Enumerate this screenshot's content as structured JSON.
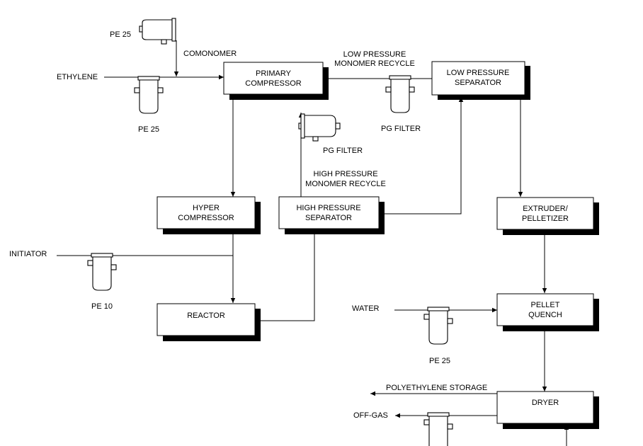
{
  "boxes": {
    "primary_compressor": [
      "PRIMARY",
      "COMPRESSOR"
    ],
    "low_pressure_separator": [
      "LOW PRESSURE",
      "SEPARATOR"
    ],
    "hyper_compressor": [
      "HYPER",
      "COMPRESSOR"
    ],
    "high_pressure_separator": [
      "HIGH PRESSURE",
      "SEPARATOR"
    ],
    "extruder_pelletizer": [
      "EXTRUDER/",
      "PELLETIZER"
    ],
    "reactor": [
      "REACTOR"
    ],
    "pellet_quench": [
      "PELLET",
      "QUENCH"
    ],
    "dryer": [
      "DRYER"
    ]
  },
  "streams": {
    "ethylene": "ETHYLENE",
    "comonomer": "COMONOMER",
    "initiator": "INITIATOR",
    "water": "WATER",
    "low_pressure_recycle": [
      "LOW PRESSURE",
      "MONOMER RECYCLE"
    ],
    "high_pressure_recycle": [
      "HIGH PRESSURE",
      "MONOMER RECYCLE"
    ],
    "polyethylene_storage": "POLYETHYLENE STORAGE",
    "off_gas": "OFF-GAS"
  },
  "filters": {
    "comonomer_filter": "PE 25",
    "ethylene_filter": "PE 25",
    "lp_recycle_filter": "PG FILTER",
    "hp_recycle_filter": "PG FILTER",
    "initiator_filter": "PE 10",
    "water_filter": "PE 25"
  }
}
